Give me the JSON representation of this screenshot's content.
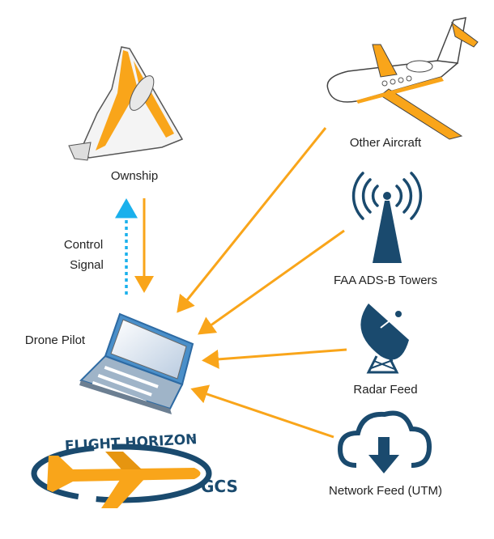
{
  "labels": {
    "ownship": "Ownship",
    "control_signal_line1": "Control",
    "control_signal_line2": "Signal",
    "drone_pilot": "Drone Pilot",
    "other_aircraft": "Other Aircraft",
    "faa_towers": "FAA ADS-B Towers",
    "radar_feed": "Radar Feed",
    "network_feed": "Network Feed (UTM)"
  },
  "logo": {
    "name": "FLIGHT HORIZON",
    "trademark": "™",
    "suffix": "GCS"
  },
  "colors": {
    "arrow": "#f9a51a",
    "control": "#1ab0ec",
    "navy": "#1a4a6e",
    "laptop": "#4a8fc9"
  }
}
